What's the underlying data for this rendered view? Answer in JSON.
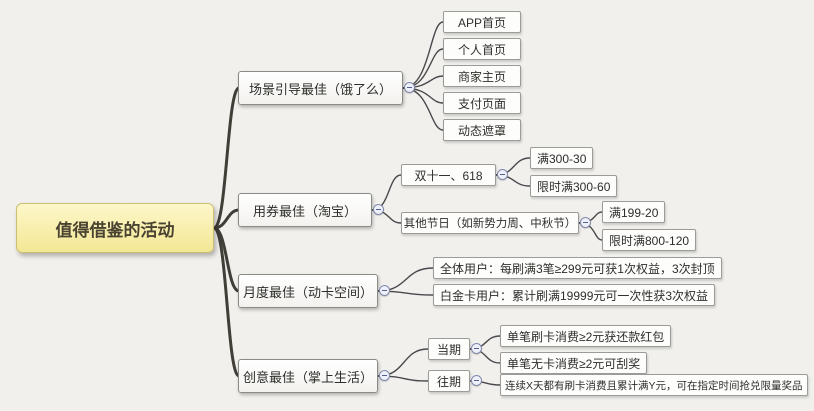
{
  "root": {
    "label": "值得借鉴的活动"
  },
  "branches": [
    {
      "label": "场景引导最佳（饿了么）",
      "children": [
        {
          "label": "APP首页"
        },
        {
          "label": "个人首页"
        },
        {
          "label": "商家主页"
        },
        {
          "label": "支付页面"
        },
        {
          "label": "动态遮罩"
        }
      ]
    },
    {
      "label": "用券最佳（淘宝）",
      "children": [
        {
          "label": "双十一、618",
          "children": [
            {
              "label": "满300-30"
            },
            {
              "label": "限时满300-60"
            }
          ]
        },
        {
          "label": "其他节日（如新势力周、中秋节）",
          "children": [
            {
              "label": "满199-20"
            },
            {
              "label": "限时满800-120"
            }
          ]
        }
      ]
    },
    {
      "label": "月度最佳（动卡空间）",
      "children": [
        {
          "label": "全体用户：每刷满3笔≥299元可获1次权益，3次封顶"
        },
        {
          "label": "白金卡用户：累计刷满19999元可一次性获3次权益"
        }
      ]
    },
    {
      "label": "创意最佳（掌上生活）",
      "children": [
        {
          "label": "当期",
          "children": [
            {
              "label": "单笔刷卡消费≥2元获还款红包"
            },
            {
              "label": "单笔无卡消费≥2元可刮奖"
            }
          ]
        },
        {
          "label": "往期",
          "children": [
            {
              "label": "连续X天都有刷卡消费且累计满Y元，可在指定时间抢兑限量奖品"
            }
          ]
        }
      ]
    }
  ],
  "colors": {
    "canvas_bg": "#f1f0ed",
    "root_fill": "#f9f0ae",
    "connector": "#403e37",
    "collapse_fill": "#eef0fa"
  }
}
